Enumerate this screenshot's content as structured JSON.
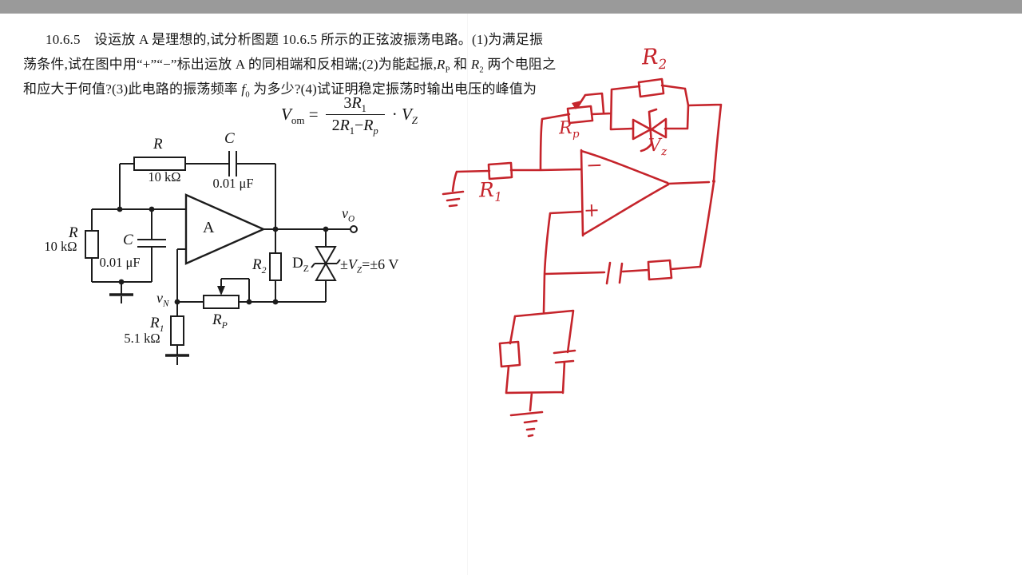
{
  "page": {
    "background": "#ffffff",
    "top_bar_color": "#9a9a9a",
    "ink_color": "#1c1c1c",
    "annotation_red": "#c5242b"
  },
  "problem": {
    "lines": [
      [
        {
          "t": "10.6.5　设运放 A 是理想的,试分析图题 10.6.5 所示的正弦波振荡电路。(1)为满足振"
        }
      ],
      [
        {
          "t": "荡条件,试在图中用“+”“−”标出运放 A 的同相端和反相端;(2)为能起振,"
        },
        {
          "t": "R",
          "i": 1
        },
        {
          "s": "P"
        },
        {
          "t": " 和 "
        },
        {
          "t": "R",
          "i": 1
        },
        {
          "s": "2"
        },
        {
          "t": " 两个电阻之"
        }
      ],
      [
        {
          "t": "和应大于何值?(3)此电路的振荡频率 "
        },
        {
          "t": "f",
          "i": 1
        },
        {
          "s": "0"
        },
        {
          "t": " 为多少?(4)试证明稳定振荡时输出电压的峰值为"
        }
      ]
    ]
  },
  "formula": {
    "lhs": [
      {
        "t": "V",
        "i": 1
      },
      {
        "s": "om"
      },
      {
        "t": " ="
      }
    ],
    "num": [
      {
        "t": "3"
      },
      {
        "t": "R",
        "i": 1
      },
      {
        "s": "1"
      }
    ],
    "den": [
      {
        "t": "2"
      },
      {
        "t": "R",
        "i": 1
      },
      {
        "s": "1"
      },
      {
        "t": "−"
      },
      {
        "t": "R",
        "i": 1
      },
      {
        "s": "p",
        "i": 1
      }
    ],
    "rhs": [
      {
        "t": "· "
      },
      {
        "t": "V",
        "i": 1
      },
      {
        "s": "Z",
        "i": 1
      }
    ]
  },
  "printed": {
    "labels": {
      "r_series": "R",
      "r_series_value": "10 kΩ",
      "c_series": "C",
      "c_series_value": "0.01 μF",
      "r_shunt": "R",
      "r_shunt_value": "10 kΩ",
      "c_shunt": "C",
      "c_shunt_value": "0.01 μF",
      "amp": "A",
      "v_out": [
        {
          "t": "v",
          "i": 1
        },
        {
          "s": "O"
        }
      ],
      "r2": [
        {
          "t": "R",
          "i": 1
        },
        {
          "s": "2"
        }
      ],
      "dz": [
        {
          "t": "D"
        },
        {
          "s": "Z"
        }
      ],
      "dz_value": [
        {
          "t": "±"
        },
        {
          "t": "V",
          "i": 1
        },
        {
          "s": "Z",
          "i": 1
        },
        {
          "t": "=±6 V"
        }
      ],
      "v_n": [
        {
          "t": "v",
          "i": 1
        },
        {
          "s": "N"
        }
      ],
      "rp": [
        {
          "t": "R",
          "i": 1
        },
        {
          "s": "P"
        }
      ],
      "r1": [
        {
          "t": "R",
          "i": 1
        },
        {
          "s": "1"
        }
      ],
      "r1_value": "5.1 kΩ"
    }
  },
  "sketch": {
    "labels": {
      "r2": [
        {
          "t": "R",
          "i": 1
        },
        {
          "s": "2"
        }
      ],
      "rp": [
        {
          "t": "R",
          "i": 1
        },
        {
          "s": "p",
          "i": 1
        }
      ],
      "vz": [
        {
          "t": "V",
          "i": 1
        },
        {
          "s": "z",
          "i": 1
        }
      ],
      "r1": [
        {
          "t": "R",
          "i": 1
        },
        {
          "s": "1"
        }
      ],
      "minus": "−",
      "plus": "+"
    }
  }
}
